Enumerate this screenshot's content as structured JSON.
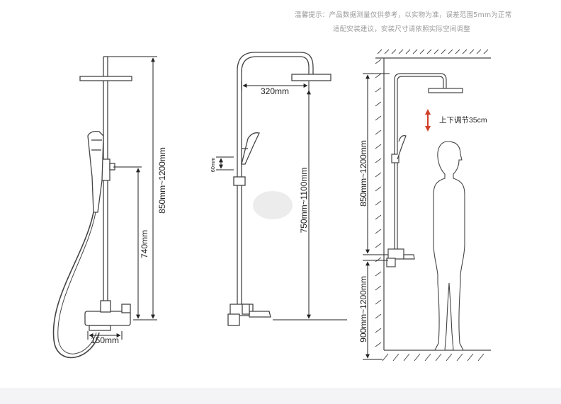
{
  "note": {
    "line1": "温馨提示：产品数据测量仅供参考，以实物为准，误差范围5mm为正常",
    "line2": "适配安装建议，安装尺寸请依照实际空间调整"
  },
  "left_diagram": {
    "height_label": "850mm~1200mm",
    "handheld_height_label": "740mm",
    "spout_width_label": "150mm"
  },
  "middle_diagram": {
    "arm_length_label": "320mm",
    "bracket_label": "60mm",
    "height_label": "750mm~1100mm"
  },
  "right_diagram": {
    "adjust_label": "上下调节35cm",
    "upper_height_label": "850mm~1200mm",
    "lower_height_label": "900mm~1200mm"
  },
  "colors": {
    "line": "#333333",
    "fixture": "#555555",
    "arrow_red": "#d0402a",
    "watermark": "#e6e6e6"
  }
}
